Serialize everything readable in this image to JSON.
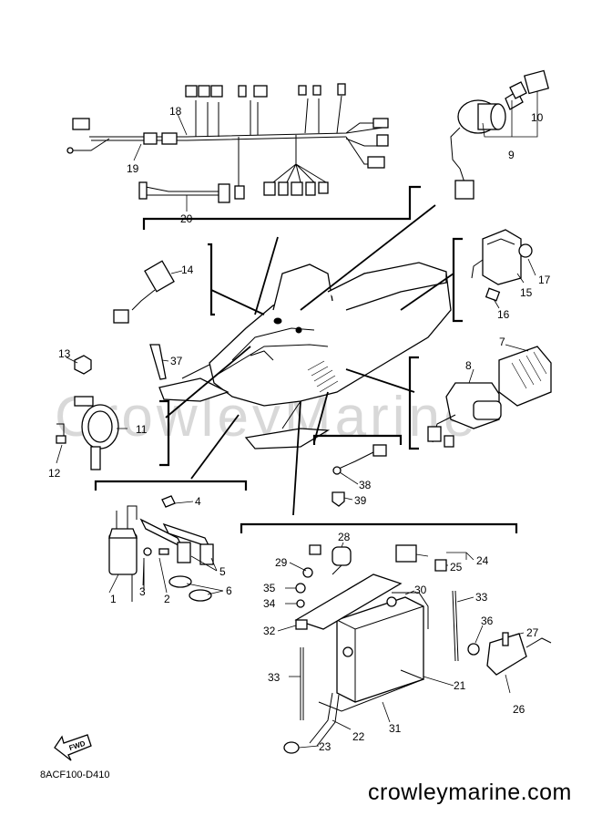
{
  "watermark": "CrowleyMarine",
  "diagram_code": "8ACF100-D410",
  "site": "crowleymarine.com",
  "fwd_label": "FWD",
  "callouts": [
    "1",
    "2",
    "3",
    "4",
    "5",
    "6",
    "7",
    "8",
    "9",
    "10",
    "11",
    "12",
    "13",
    "14",
    "15",
    "16",
    "17",
    "18",
    "19",
    "20",
    "21",
    "22",
    "23",
    "24",
    "25",
    "26",
    "27",
    "28",
    "29",
    "30",
    "31",
    "32",
    "33",
    "33",
    "34",
    "35",
    "36",
    "37",
    "38",
    "39"
  ]
}
